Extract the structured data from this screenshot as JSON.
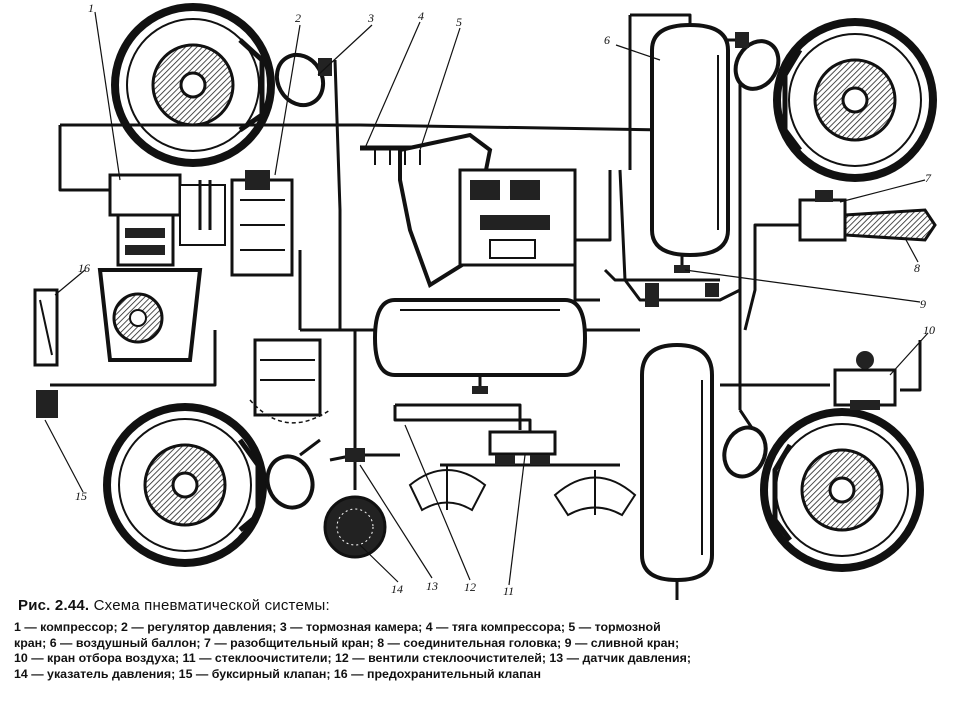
{
  "figure": {
    "number": "Рис. 2.44.",
    "title": "Схема пневматической системы:"
  },
  "callouts": [
    "1",
    "2",
    "3",
    "4",
    "5",
    "6",
    "7",
    "8",
    "9",
    "10",
    "11",
    "12",
    "13",
    "14",
    "15",
    "16"
  ],
  "legend_lines": [
    "1 — компрессор; 2 — регулятор давления; 3 — тормозная камера; 4 — тяга компрессора; 5 — тормозной",
    "кран; 6 — воздушный баллон; 7 — разобщительный кран; 8 — соединительная головка; 9 — сливной кран;",
    "10 — кран отбора воздуха; 11 — стеклоочистители; 12 — вентили стеклоочистителей; 13 — датчик давления;",
    "14 — указатель давления; 15 — буксирный клапан; 16 — предохранительный клапан"
  ]
}
